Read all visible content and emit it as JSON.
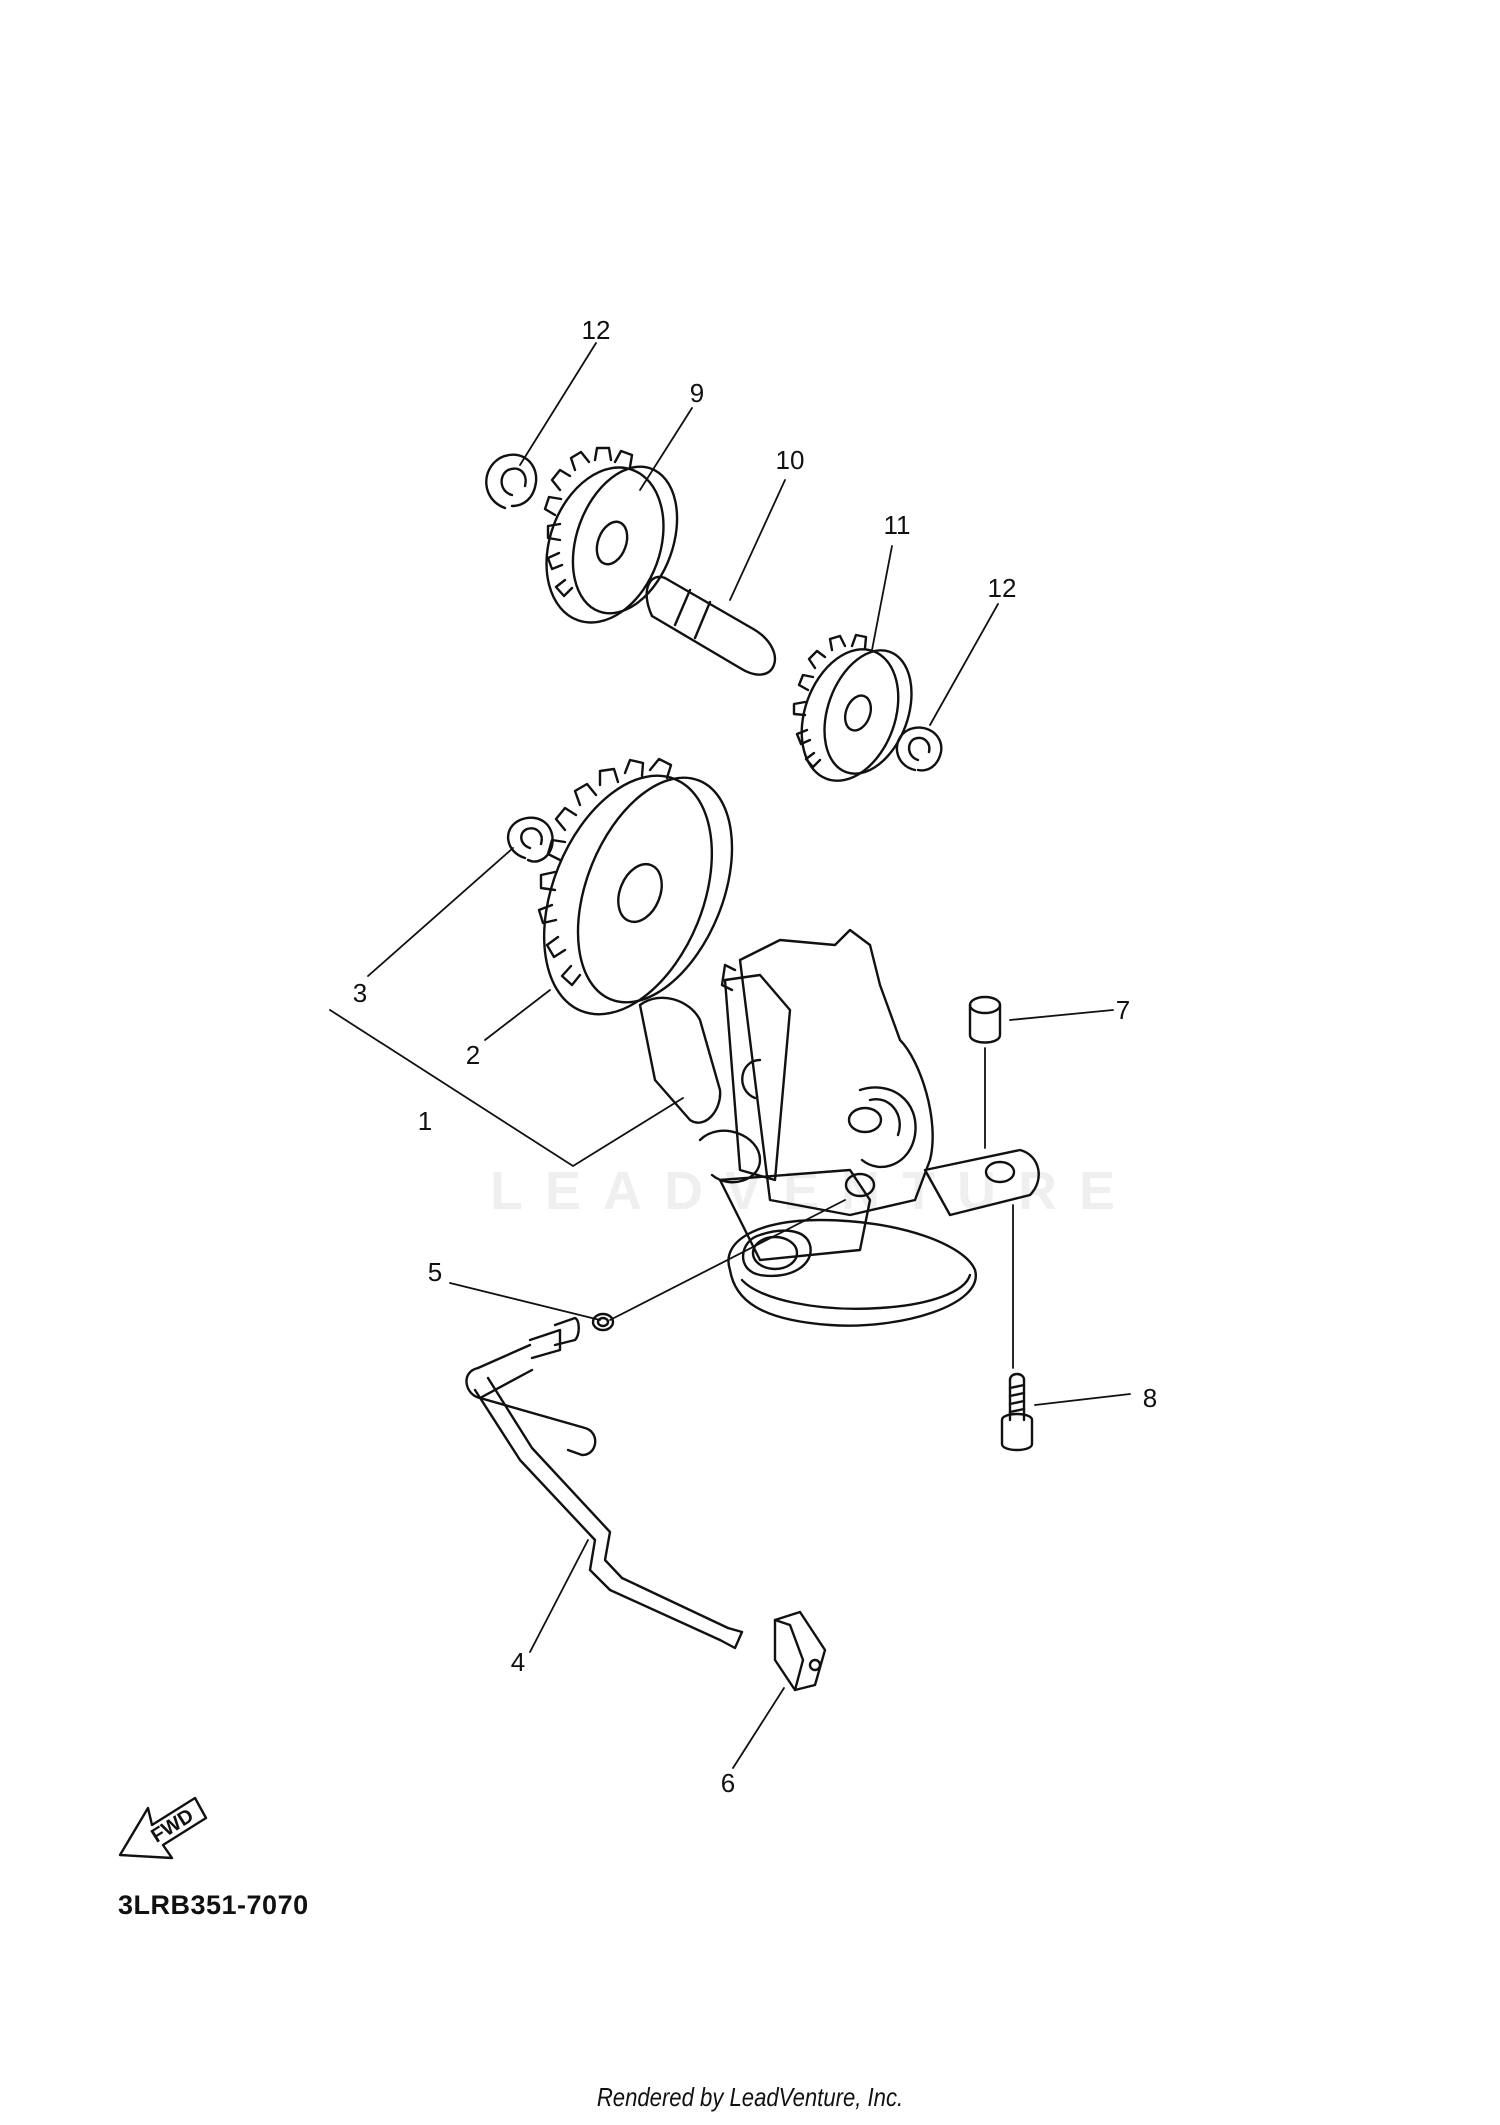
{
  "diagram": {
    "callouts": [
      {
        "id": "1",
        "label": "1"
      },
      {
        "id": "2",
        "label": "2"
      },
      {
        "id": "3",
        "label": "3"
      },
      {
        "id": "4",
        "label": "4"
      },
      {
        "id": "5",
        "label": "5"
      },
      {
        "id": "6",
        "label": "6"
      },
      {
        "id": "7",
        "label": "7"
      },
      {
        "id": "8",
        "label": "8"
      },
      {
        "id": "9",
        "label": "9"
      },
      {
        "id": "10",
        "label": "10"
      },
      {
        "id": "11",
        "label": "11"
      },
      {
        "id": "12a",
        "label": "12"
      },
      {
        "id": "12b",
        "label": "12"
      }
    ],
    "fwd_label": "FWD",
    "drawing_code": "3LRB351-7070",
    "watermark": "LEADVENTURE",
    "footer": "Rendered by LeadVenture, Inc."
  }
}
